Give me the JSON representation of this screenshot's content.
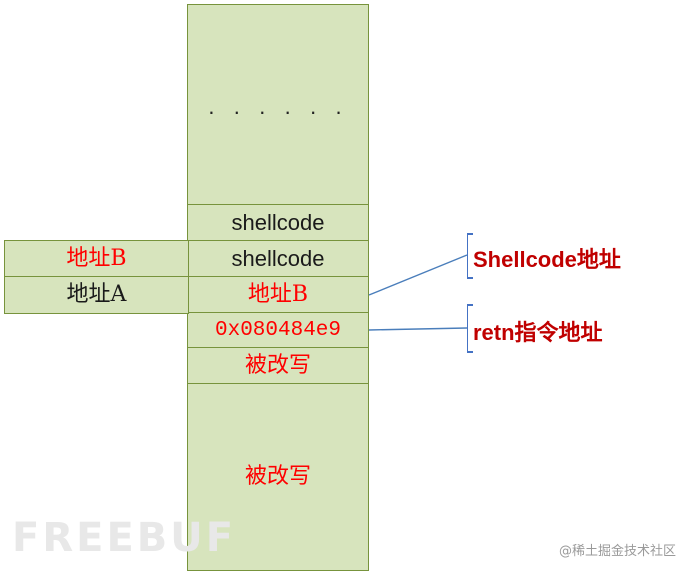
{
  "stack": {
    "top_ellipsis": "· · · · · ·",
    "rows": [
      "shellcode",
      "shellcode",
      "地址B",
      "0x080484e9",
      "被改写",
      "被改写"
    ]
  },
  "side": {
    "addr_b": "地址B",
    "addr_a": "地址A"
  },
  "annotations": {
    "shellcode_addr": "Shellcode地址",
    "retn_addr": "retn指令地址"
  },
  "watermarks": {
    "freebuf": "FREEBUF",
    "juejin": "@稀土掘金技术社区"
  }
}
